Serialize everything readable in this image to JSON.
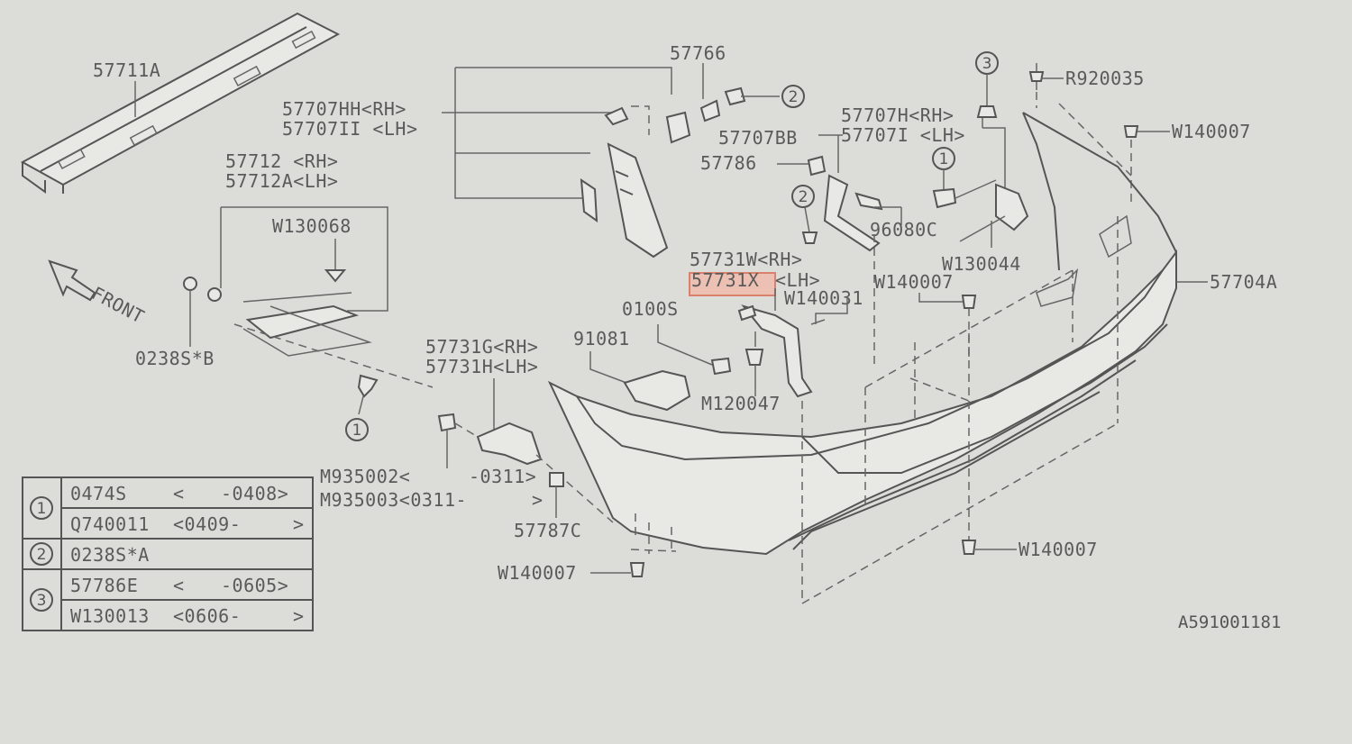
{
  "labels": {
    "p57711A": "57711A",
    "p57707HH": "57707HH<RH>",
    "p57707II": "57707II <LH>",
    "p57766": "57766",
    "p57712": "57712 <RH>",
    "p57712A": "57712A<LH>",
    "pW130068": "W130068",
    "front": "FRONT",
    "p0238SB": "0238S*B",
    "p57707BB": "57707BB",
    "p57707H": "57707H<RH>",
    "p57707I": "57707I <LH>",
    "p57786": "57786",
    "p96080C": "96080C",
    "pR920035": "R920035",
    "pW140007a": "W140007",
    "pW130044": "W130044",
    "p57731W": "57731W<RH>",
    "p57731X": "57731X",
    "p57731Xside": "<LH>",
    "pW140031": "W140031",
    "pW140007b": "W140007",
    "p57704A": "57704A",
    "p0100S": "0100S",
    "p91081": "91081",
    "p57731G": "57731G<RH>",
    "p57731H": "57731H<LH>",
    "pM120047": "M120047",
    "pM935002": "M935002<",
    "pM935002r": "-0311>",
    "pM935003": "M935003<0311-",
    "pM935003r": ">",
    "p57787C": "57787C",
    "pW140007c": "W140007",
    "pW140007d": "W140007",
    "code": "A591001181"
  },
  "callouts": {
    "one": "1",
    "two": "2",
    "three": "3"
  },
  "table": [
    {
      "ref": "1",
      "part": "0474S",
      "from": "<",
      "to": "-0408>"
    },
    {
      "ref": "",
      "part": "Q740011",
      "from": "<0409-",
      "to": ">"
    },
    {
      "ref": "2",
      "part": "0238S*A",
      "from": "",
      "to": ""
    },
    {
      "ref": "3",
      "part": "57786E",
      "from": "<",
      "to": "-0605>"
    },
    {
      "ref": "",
      "part": "W130013",
      "from": "<0606-",
      "to": ">"
    }
  ],
  "colors": {
    "ink": "#555555",
    "paper": "#dcdcd8",
    "highlight": "#d9634a"
  }
}
